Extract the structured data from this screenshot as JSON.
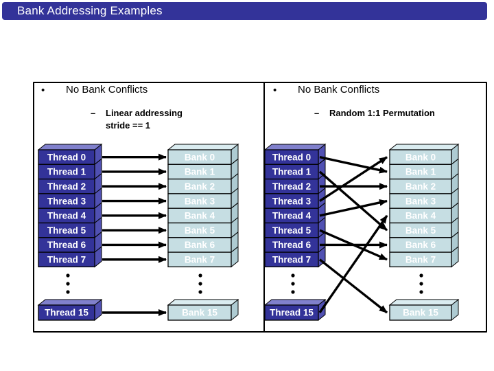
{
  "title": "Bank Addressing Examples",
  "colors": {
    "title_bar": "#333399",
    "thread_front": "#333399",
    "thread_side": "#5050b2",
    "thread_top": "#8080cc",
    "bank_front": "#c6dee3",
    "bank_side": "#aecbd2",
    "bank_top": "#daecf0",
    "arrow": "#000000",
    "panel_border": "#000000",
    "box_label": "#ffffff"
  },
  "panels": [
    {
      "name": "linear-addressing",
      "bullet_char": "•",
      "heading": "No Bank Conflicts",
      "sub_bullet_char": "–",
      "sub_lines": [
        "Linear addressing",
        "stride == 1"
      ],
      "threads": [
        "Thread 0",
        "Thread 1",
        "Thread 2",
        "Thread 3",
        "Thread 4",
        "Thread 5",
        "Thread 6",
        "Thread 7"
      ],
      "banks": [
        "Bank 0",
        "Bank 1",
        "Bank 2",
        "Bank 3",
        "Bank 4",
        "Bank 5",
        "Bank 6",
        "Bank 7"
      ],
      "extra_thread": "Thread 15",
      "extra_bank": "Bank 15",
      "mappings": [
        {
          "from": 0,
          "to": 0
        },
        {
          "from": 1,
          "to": 1
        },
        {
          "from": 2,
          "to": 2
        },
        {
          "from": 3,
          "to": 3
        },
        {
          "from": 4,
          "to": 4
        },
        {
          "from": 5,
          "to": 5
        },
        {
          "from": 6,
          "to": 6
        },
        {
          "from": 7,
          "to": 7
        },
        {
          "from": "extra",
          "to": "extra"
        }
      ]
    },
    {
      "name": "random-permutation",
      "bullet_char": "•",
      "heading": "No Bank Conflicts",
      "sub_bullet_char": "–",
      "sub_lines": [
        "Random 1:1 Permutation"
      ],
      "threads": [
        "Thread 0",
        "Thread 1",
        "Thread 2",
        "Thread 3",
        "Thread 4",
        "Thread 5",
        "Thread 6",
        "Thread 7"
      ],
      "banks": [
        "Bank 0",
        "Bank 1",
        "Bank 2",
        "Bank 3",
        "Bank 4",
        "Bank 5",
        "Bank 6",
        "Bank 7"
      ],
      "extra_thread": "Thread 15",
      "extra_bank": "Bank 15",
      "mappings": [
        {
          "from": 0,
          "to": 1
        },
        {
          "from": 1,
          "to": 5
        },
        {
          "from": 2,
          "to": 2
        },
        {
          "from": 3,
          "to": 0
        },
        {
          "from": 4,
          "to": 3
        },
        {
          "from": 5,
          "to": 7
        },
        {
          "from": 6,
          "to": 6
        },
        {
          "from": 7,
          "to": "extra"
        },
        {
          "from": "extra",
          "to": 4
        }
      ]
    }
  ]
}
